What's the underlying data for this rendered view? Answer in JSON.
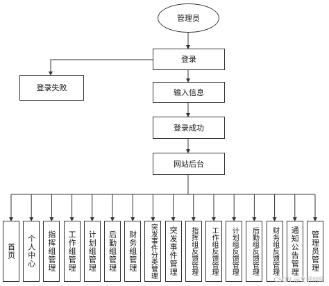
{
  "nodes": {
    "admin": "管理员",
    "login": "登录",
    "login_fail": "登录失败",
    "input_info": "输入信息",
    "login_success": "登录成功",
    "site_backend": "网站后台"
  },
  "modules": [
    "首页",
    "个人中心",
    "指挥组管理",
    "工作组管理",
    "计划组管理",
    "后勤组管理",
    "财务组管理",
    "突发事件分类管理",
    "突发事件管理",
    "指挥组反馈管理",
    "工作组反馈管理",
    "计划组反馈管理",
    "后勤组反馈管理",
    "财务组反馈管理",
    "通知公告管理",
    "管理员管理"
  ],
  "watermark": "CSDN @文舒网络"
}
